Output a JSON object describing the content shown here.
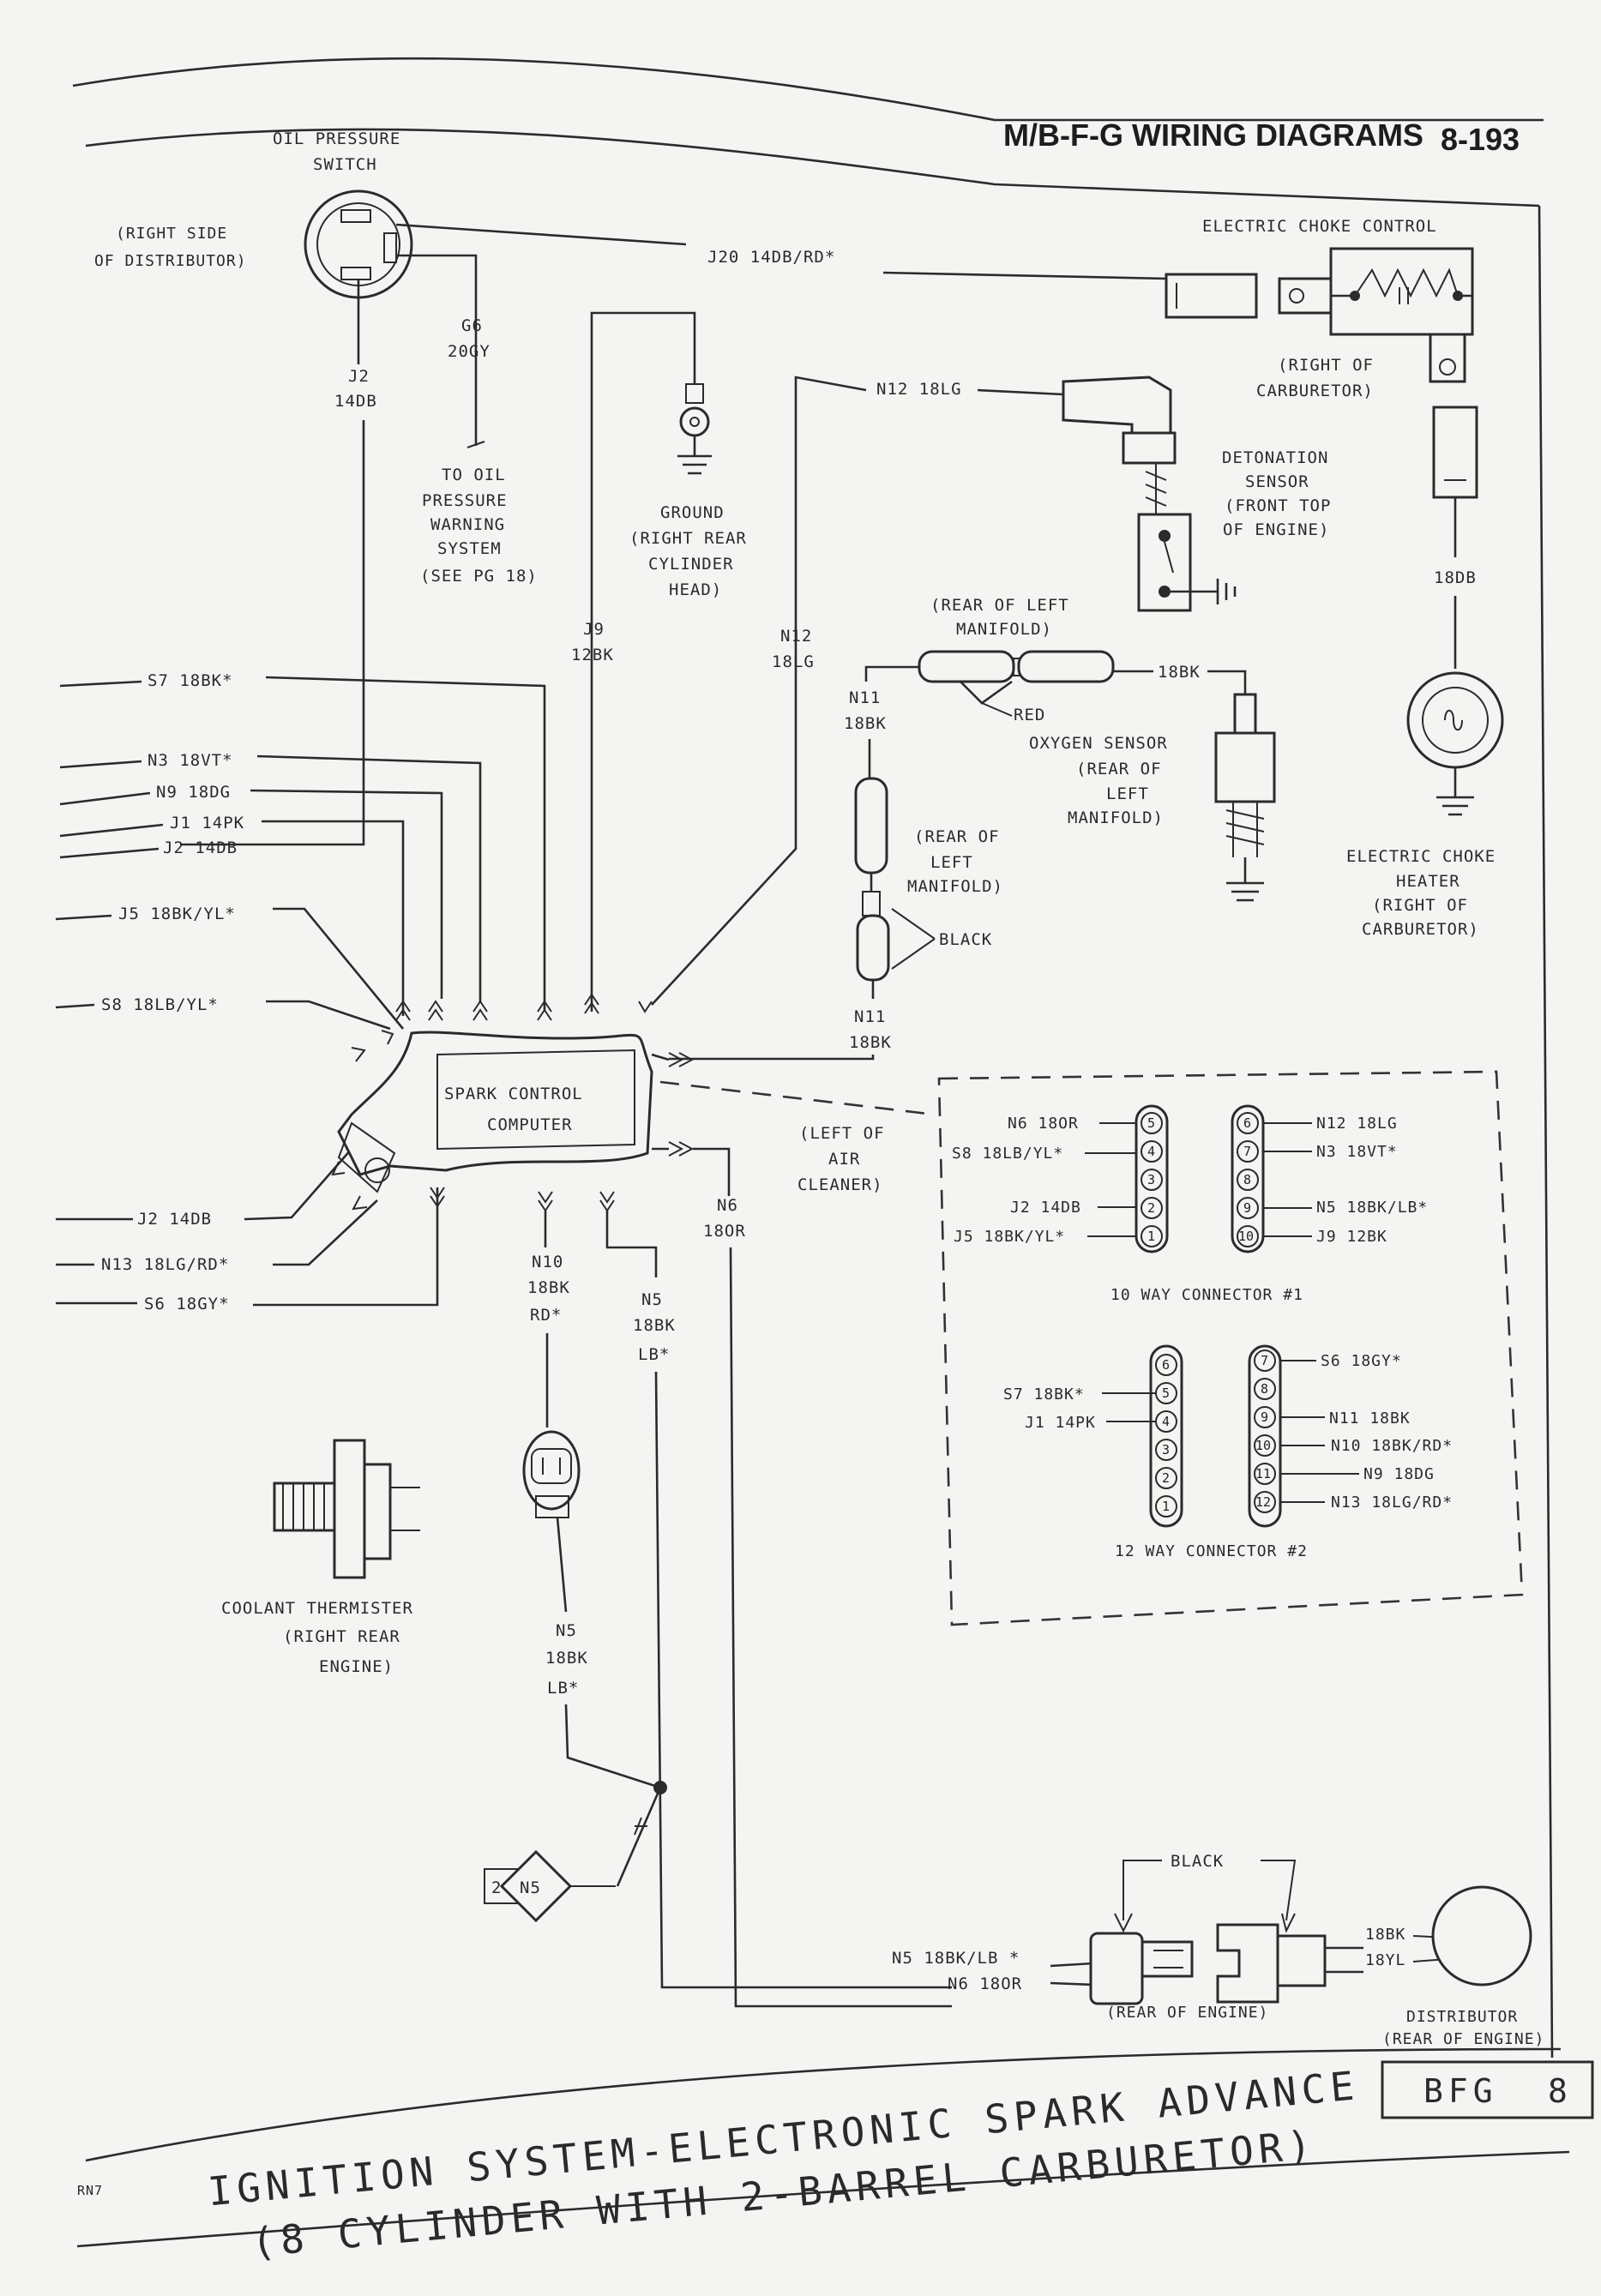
{
  "header": {
    "title": "M/B-F-G WIRING DIAGRAMS",
    "page_number": "8-193"
  },
  "components": {
    "oil_pressure_switch": [
      "OIL PRESSURE",
      "SWITCH"
    ],
    "right_side_distributor": [
      "(RIGHT SIDE",
      "OF DISTRIBUTOR)"
    ],
    "electric_choke_control": "ELECTRIC CHOKE CONTROL",
    "right_of_carburetor_1": [
      "(RIGHT OF",
      "CARBURETOR)"
    ],
    "to_oil_pressure": [
      "TO OIL",
      "PRESSURE",
      "WARNING",
      "SYSTEM",
      "(SEE PG 18)"
    ],
    "ground_right_rear": [
      "GROUND",
      "(RIGHT REAR",
      "CYLINDER",
      "HEAD)"
    ],
    "detonation_sensor": [
      "DETONATION",
      "SENSOR",
      "(FRONT TOP",
      "OF ENGINE)"
    ],
    "rear_of_left_manifold_1": [
      "(REAR OF LEFT",
      "MANIFOLD)"
    ],
    "red": "RED",
    "oxygen_sensor": [
      "OXYGEN SENSOR",
      "(REAR OF",
      "LEFT",
      "MANIFOLD)"
    ],
    "rear_of_left_manifold_2": [
      "(REAR OF",
      "LEFT",
      "MANIFOLD)"
    ],
    "black_1": "BLACK",
    "electric_choke_heater": [
      "ELECTRIC CHOKE",
      "HEATER",
      "(RIGHT OF",
      "CARBURETOR)"
    ],
    "spark_control_computer": [
      "SPARK CONTROL",
      "COMPUTER"
    ],
    "left_of_air_cleaner": [
      "(LEFT OF",
      "AIR",
      "CLEANER)"
    ],
    "coolant_thermister": [
      "COOLANT THERMISTER",
      "(RIGHT REAR",
      "ENGINE)"
    ],
    "black_2": "BLACK",
    "rear_of_engine": "(REAR OF ENGINE)",
    "distributor": [
      "DISTRIBUTOR",
      "(REAR OF ENGINE)"
    ],
    "splice_number": "2",
    "splice_code": "N5"
  },
  "wires": {
    "j20": "J20 14DB/RD*",
    "g6": [
      "G6",
      "20GY"
    ],
    "j2_top": [
      "J2",
      "14DB"
    ],
    "n12_top": "N12 18LG",
    "j9": [
      "J9",
      "12BK"
    ],
    "n12_mid": [
      "N12",
      "18LG"
    ],
    "n11_top": [
      "N11",
      "18BK"
    ],
    "bk18": "18BK",
    "db18": "18DB",
    "n11_bot": [
      "N11",
      "18BK"
    ],
    "s7": "S7 18BK*",
    "n3": "N3 18VT*",
    "n9": "N9 18DG",
    "j1": "J1 14PK",
    "j2": "J2 14DB",
    "j5": "J5 18BK/YL*",
    "s8": "S8 18LB/YL*",
    "j2_low": "J2 14DB",
    "n13": "N13 18LG/RD*",
    "s6": "S6 18GY*",
    "n10": [
      "N10",
      "18BK",
      "RD*"
    ],
    "n5_upper": [
      "N5",
      "18BK",
      "LB*"
    ],
    "n6": [
      "N6",
      "18OR"
    ],
    "n5_lower": [
      "N5",
      "18BK",
      "LB*"
    ],
    "n5_bottom": "N5 18BK/LB *",
    "n6_bottom": "N6 18OR",
    "dist_bk": "18BK",
    "dist_yl": "18YL"
  },
  "connector_1": {
    "title": "10 WAY CONNECTOR #1",
    "left_labels": [
      "N6 18OR",
      "S8 18LB/YL*",
      "J2 14DB",
      "J5 18BK/YL*"
    ],
    "left_pins": [
      "5",
      "4",
      "3",
      "2",
      "1"
    ],
    "right_pins": [
      "6",
      "7",
      "8",
      "9",
      "10"
    ],
    "right_labels": [
      "N12 18LG",
      "N3 18VT*",
      "N5 18BK/LB*",
      "J9 12BK"
    ]
  },
  "connector_2": {
    "title": "12 WAY CONNECTOR #2",
    "left_labels": [
      "S7 18BK*",
      "J1 14PK"
    ],
    "left_pins": [
      "6",
      "5",
      "4",
      "3",
      "2",
      "1"
    ],
    "right_pins": [
      "7",
      "8",
      "9",
      "10",
      "11",
      "12"
    ],
    "right_labels": [
      "S6 18GY*",
      "N11 18BK",
      "N10 18BK/RD*",
      "N9 18DG",
      "N13 18LG/RD*"
    ]
  },
  "footer": {
    "title_line1": "IGNITION SYSTEM-ELECTRONIC SPARK ADVANCE",
    "title_line2": "(8 CYLINDER WITH 2-BARREL CARBURETOR)",
    "box_code": "BFG",
    "box_num": "8",
    "corner_code": "RN7"
  }
}
